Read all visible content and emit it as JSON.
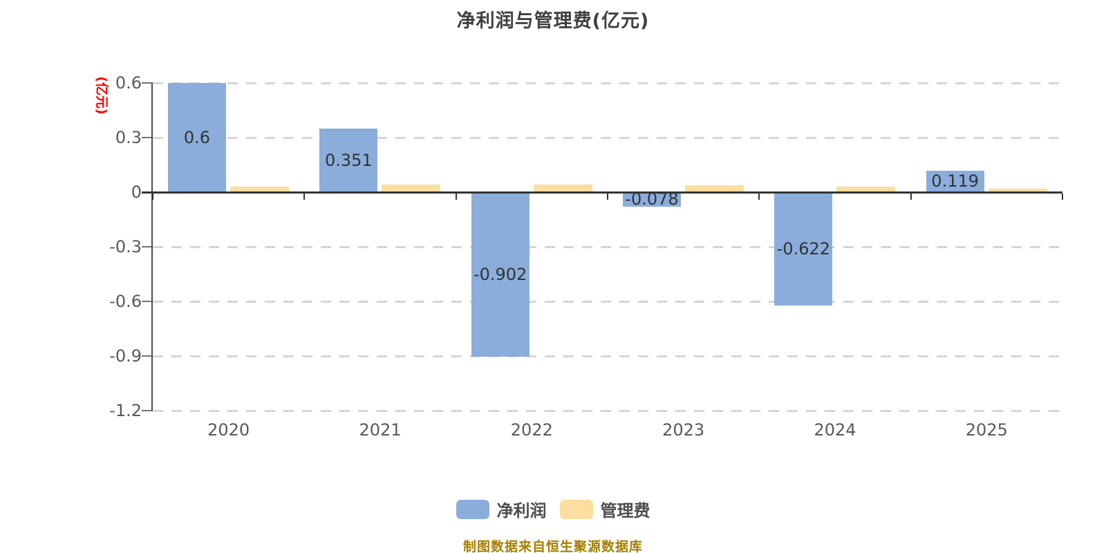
{
  "source_note": "制图数据来自恒生聚源数据库",
  "colors": {
    "background": "#ffffff",
    "title_text": "#404040",
    "tick_label": "#595959",
    "value_label": "#333333",
    "y_unit_label": "#ff0000",
    "legend_text": "#4d4d4d",
    "source_text": "#a67e00",
    "grid_line": "#d6d6d6",
    "zero_axis_line": "#333333",
    "y_axis_line": "#4d4d4d",
    "tick_mark": "#737373"
  },
  "chart_data": {
    "type": "bar",
    "title": "净利润与管理费(亿元)",
    "y_axis_name": "(亿元)",
    "categories": [
      "2020",
      "2021",
      "2022",
      "2023",
      "2024",
      "2025"
    ],
    "series": [
      {
        "name": "净利润",
        "color": "#8baddb",
        "values": [
          0.6,
          0.351,
          -0.902,
          -0.078,
          -0.622,
          0.119
        ],
        "data_labels": [
          "0.6",
          "0.351",
          "-0.902",
          "-0.078",
          "-0.622",
          "0.119"
        ]
      },
      {
        "name": "管理费",
        "color": "#fdDda0",
        "values": [
          0.03,
          0.042,
          0.04,
          0.039,
          0.031,
          0.019
        ],
        "data_labels": null
      }
    ],
    "ylim": [
      -1.2,
      0.6
    ],
    "yticks": [
      0.6,
      0.3,
      0,
      -0.3,
      -0.6,
      -0.9,
      -1.2
    ],
    "grid": "horizontal dashed",
    "legend_position": "bottom"
  }
}
